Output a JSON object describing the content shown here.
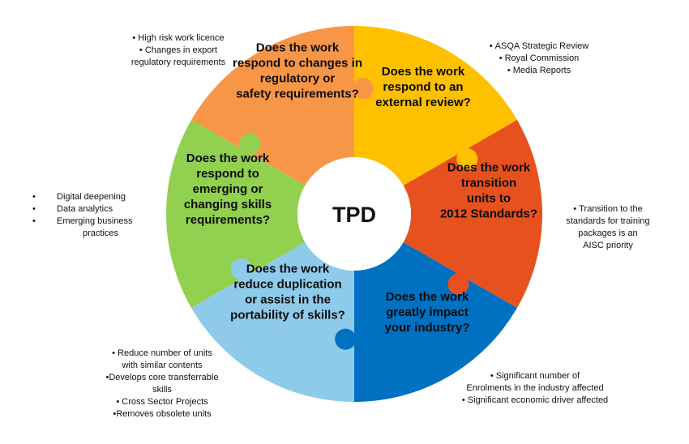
{
  "center_label": "TPD",
  "colors": {
    "regulatory": "#F79646",
    "external_review": "#FFC000",
    "transition": "#E6511E",
    "industry": "#0070C0",
    "duplication": "#8ECBEA",
    "skills": "#92D050",
    "center": "#FFFFFF"
  },
  "segments": [
    {
      "key": "regulatory",
      "lines": [
        "Does the work",
        "respond to changes in",
        "regulatory or",
        "safety requirements?"
      ]
    },
    {
      "key": "external_review",
      "lines": [
        "Does the work",
        "respond to an",
        "external review?"
      ]
    },
    {
      "key": "transition",
      "lines": [
        "Does the work",
        "transition",
        "units to",
        "2012 Standards?"
      ]
    },
    {
      "key": "industry",
      "lines": [
        "Does the work",
        "greatly impact",
        "your industry?"
      ]
    },
    {
      "key": "duplication",
      "lines": [
        "Does the work",
        "reduce duplication",
        "or assist in the",
        "portability of skills?"
      ]
    },
    {
      "key": "skills",
      "lines": [
        "Does the work",
        "respond to",
        "emerging or",
        "changing skills",
        "requirements?"
      ]
    }
  ],
  "notes": {
    "regulatory": [
      "High risk work licence",
      "Changes in export",
      "regulatory requirements"
    ],
    "external_review": [
      "ASQA Strategic Review",
      "Royal Commission",
      "Media Reports"
    ],
    "transition": [
      "Transition to the",
      "standards for training",
      "packages is an",
      "AISC priority"
    ],
    "industry": [
      "Significant number of",
      "Enrolments in the industry affected",
      "Significant economic driver affected"
    ],
    "duplication": [
      "Reduce number of units",
      "with similar contents",
      "Develops core transferrable",
      "skills",
      "Cross Sector Projects",
      "Removes obsolete units"
    ],
    "skills": [
      "Digital deepening",
      "Data analytics",
      "Emerging business",
      "practices"
    ]
  }
}
